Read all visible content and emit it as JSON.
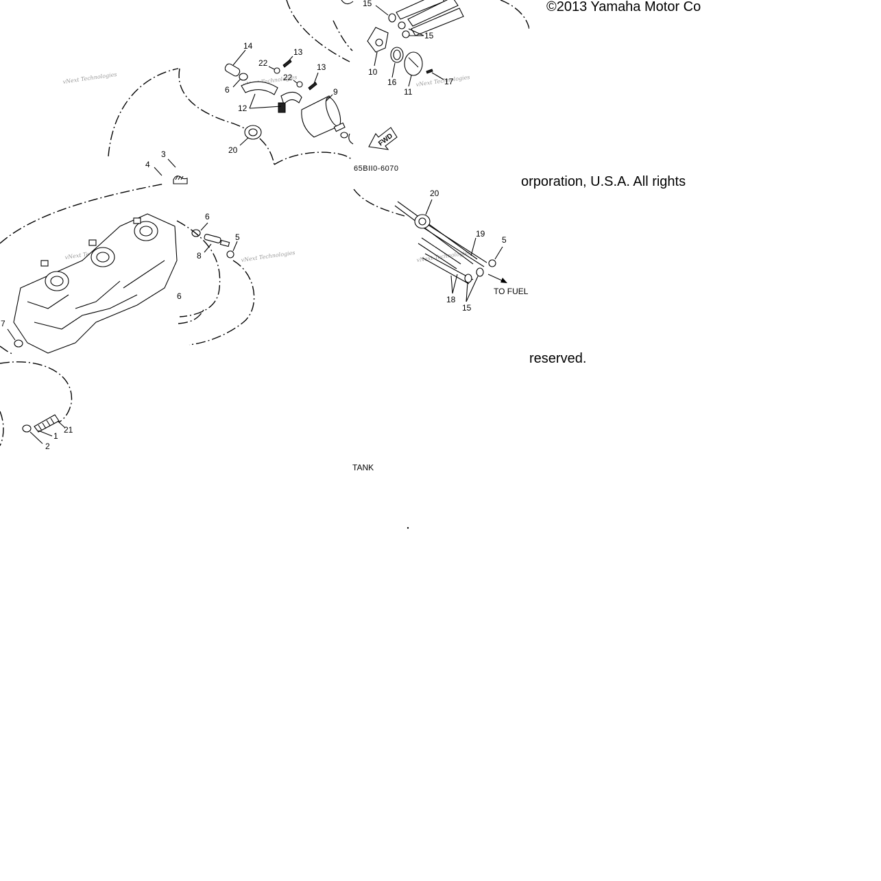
{
  "copyright": {
    "line1": "©2013 Yamaha Motor Co",
    "line2": "orporation, U.S.A. All rights",
    "line3": "reserved."
  },
  "diagram_code": "65BII0-6070",
  "watermark": "vNext Technologies",
  "fwd_label": "FWD",
  "destination": {
    "to_fuel": "TO FUEL",
    "tank": "TANK"
  },
  "callouts": {
    "c1": "1",
    "c2": "2",
    "c3": "3",
    "c4": "4",
    "c5a": "5",
    "c5b": "5",
    "c6a": "6",
    "c6b": "6",
    "c6c": "6",
    "c7": "7",
    "c8": "8",
    "c9": "9",
    "c10": "10",
    "c11": "11",
    "c12": "12",
    "c13a": "13",
    "c13b": "13",
    "c14": "14",
    "c15a": "15",
    "c15b": "15",
    "c15c": "15",
    "c16": "16",
    "c17": "17",
    "c18": "18",
    "c19": "19",
    "c20a": "20",
    "c20b": "20",
    "c21": "21",
    "c22a": "22",
    "c22b": "22"
  }
}
